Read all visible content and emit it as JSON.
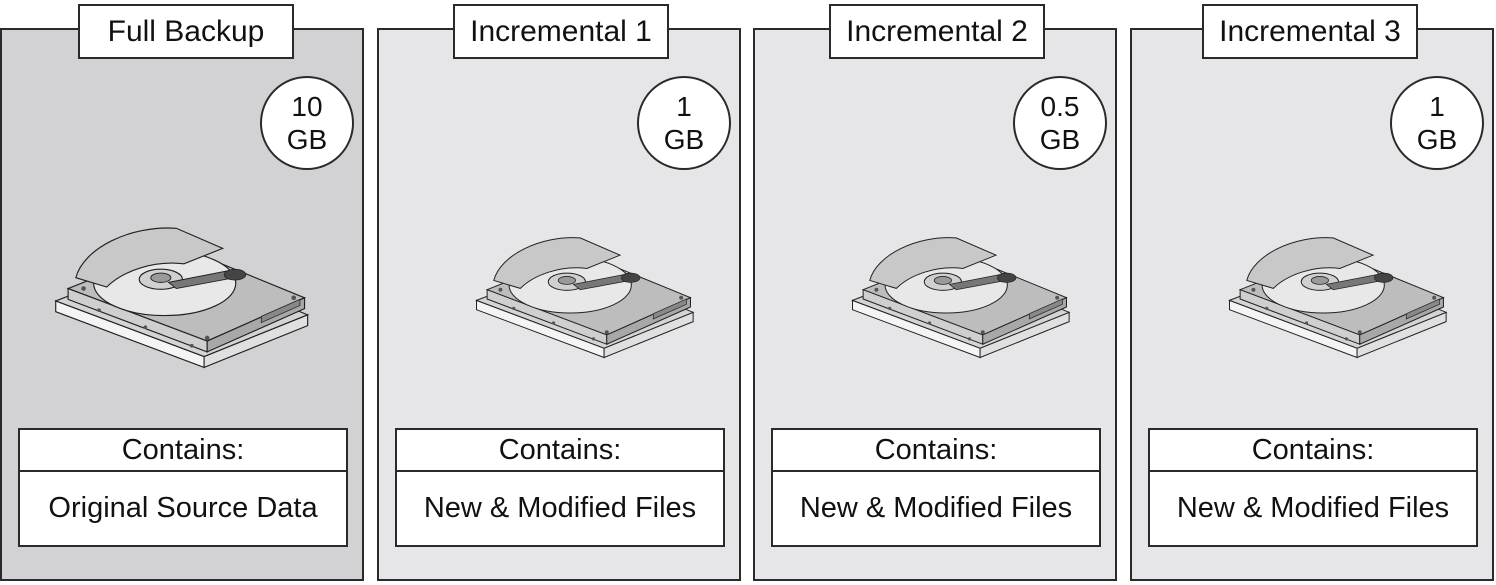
{
  "panels": [
    {
      "title": "Full Backup",
      "size_value": "10",
      "size_unit": "GB",
      "contains_label": "Contains:",
      "contains_text": "Original Source Data"
    },
    {
      "title": "Incremental 1",
      "size_value": "1",
      "size_unit": "GB",
      "contains_label": "Contains:",
      "contains_text": "New & Modified Files"
    },
    {
      "title": "Incremental 2",
      "size_value": "0.5",
      "size_unit": "GB",
      "contains_label": "Contains:",
      "contains_text": "New & Modified Files"
    },
    {
      "title": "Incremental 3",
      "size_value": "1",
      "size_unit": "GB",
      "contains_label": "Contains:",
      "contains_text": "New & Modified Files"
    }
  ],
  "icons": {
    "drive": "hard-drive-icon"
  },
  "colors": {
    "full_panel_bg": "#d2d2d4",
    "panel_bg": "#e6e6e8",
    "border": "#2a2a2a"
  }
}
